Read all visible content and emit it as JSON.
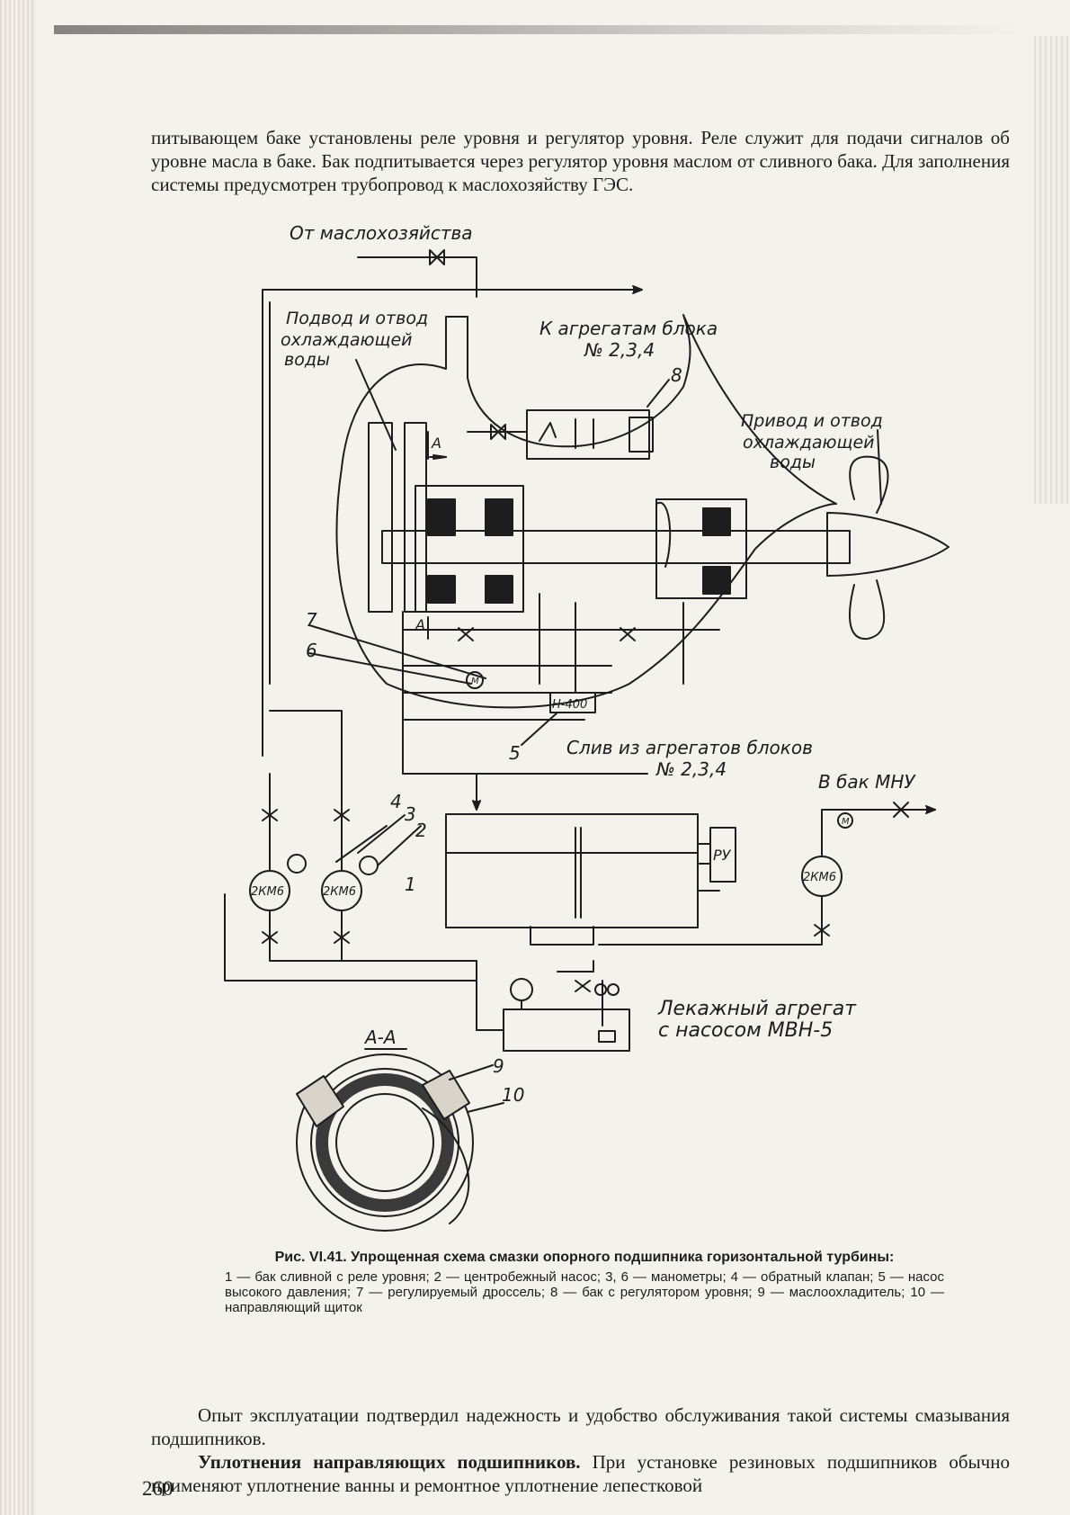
{
  "text": {
    "paragraph_top": "питывающем баке установлены реле уровня и регулятор уровня. Реле служит для подачи сигналов об уровне масла в баке. Бак подпитывается через регулятор уровня маслом от сливного бака. Для заполнения системы предусмотрен трубопровод к маслохозяйству ГЭС.",
    "paragraph_after": "Опыт эксплуатации подтвердил надежность и удобство обслуживания такой системы смазывания подшипников.",
    "heading_bold": "Уплотнения направляющих подшипников.",
    "heading_rest": " При установке резиновых подшипников обычно применяют уплотнение ванны и ремонтное уплотнение лепестковой",
    "page_number": "260"
  },
  "figure": {
    "title": "Рис. VI.41. Упрощенная схема смазки опорного подшипника горизонтальной турбины:",
    "legend": "1 — бак сливной с реле уровня; 2 — центробежный насос; 3, 6 — манометры; 4 — обратный клапан; 5 — насос высокого давления; 7 — регулируемый дроссель; 8 — бак с регулятором уровня; 9 — маслоохладитель; 10 — направляющий щиток",
    "labels": {
      "from_oil_facility": "От маслохозяйства",
      "to_units_1": "К агрегатам блока",
      "to_units_2": "№ 2,3,4",
      "cooling_left_1": "Подвод и отвод",
      "cooling_left_2": "охлаждающей",
      "cooling_left_3": "воды",
      "cooling_right_1": "Привод и отвод",
      "cooling_right_2": "охлаждающей",
      "cooling_right_3": "воды",
      "drain_1": "Слив из агрегатов блоков",
      "drain_2": "№ 2,3,4",
      "to_mnu_tank": "В бак МНУ",
      "leakage_1": "Лекажный агрегат",
      "leakage_2": "с насосом МВН-5",
      "section": "А-А",
      "section_mark_top": "А",
      "section_mark_bottom": "А",
      "pump_high": "Н-400",
      "pump_type": "2КМ6",
      "level_relay": "РУ",
      "gauge": "М",
      "num_1": "1",
      "num_2": "2",
      "num_3": "3",
      "num_4": "4",
      "num_5": "5",
      "num_6": "6",
      "num_7": "7",
      "num_8": "8",
      "num_9": "9",
      "num_10": "10"
    }
  }
}
